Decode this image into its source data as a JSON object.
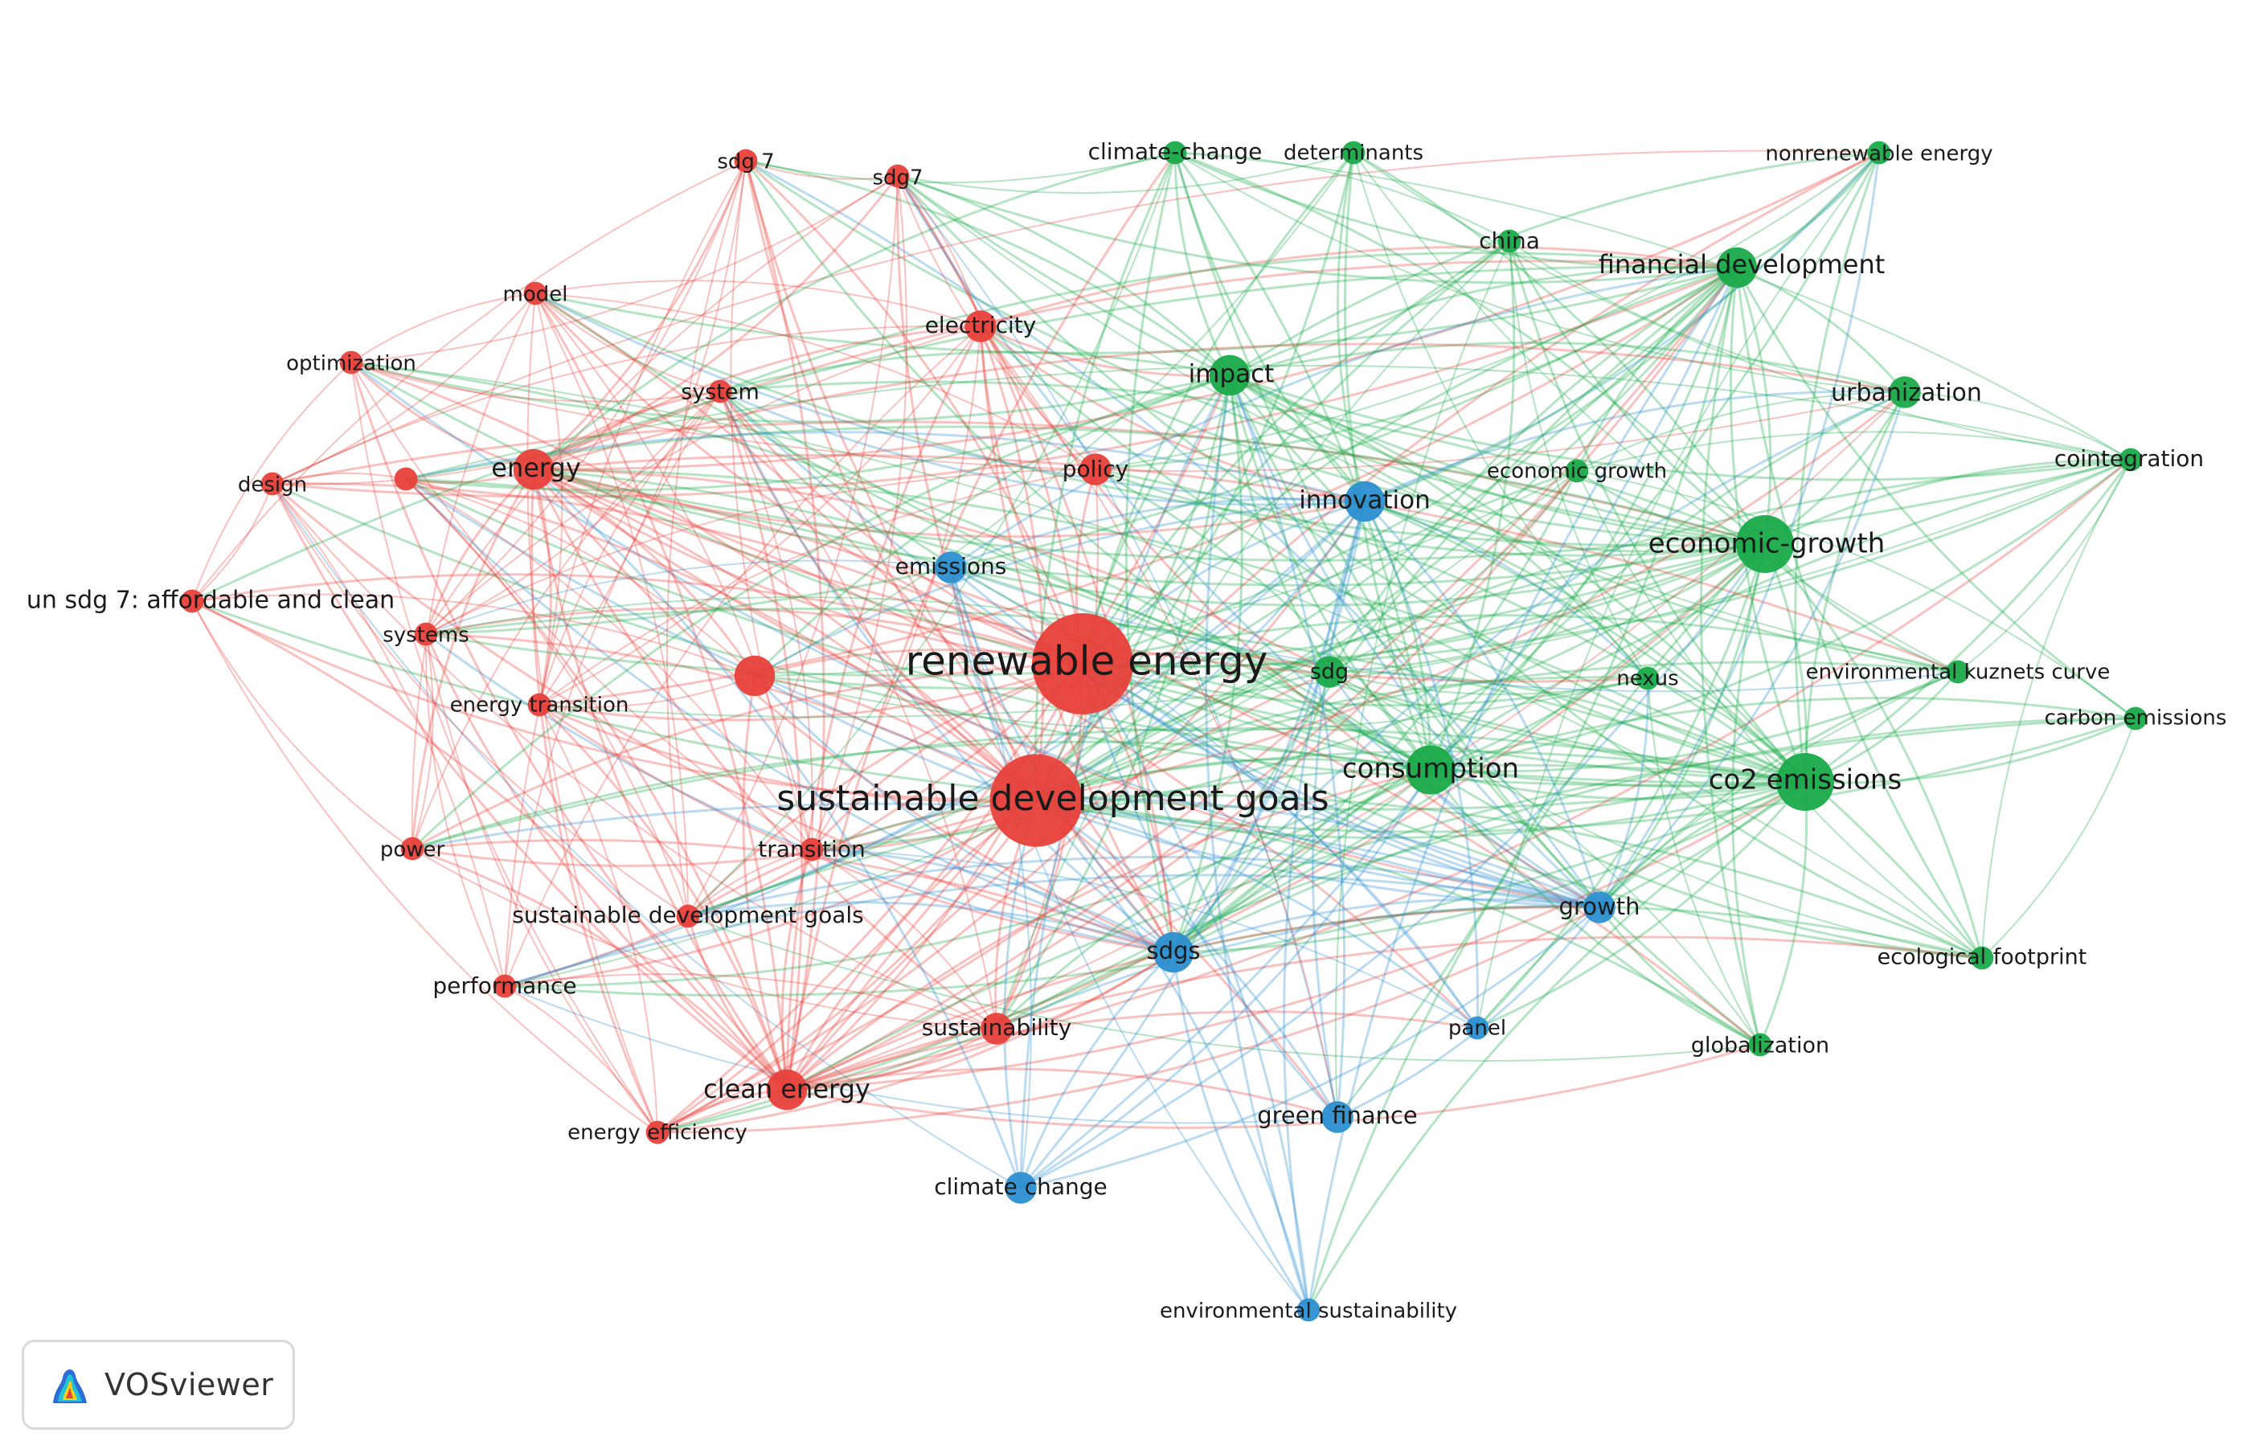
{
  "colors": {
    "red": "#e8403a",
    "green": "#1aaa4a",
    "blue": "#2b8fd0"
  },
  "logo": {
    "text": "VOSviewer"
  },
  "nodes": [
    {
      "id": "renewable energy",
      "label": "renewable energy",
      "cluster": "red",
      "weight": 10
    },
    {
      "id": "sustainable development goals",
      "label": "sustainable development goals",
      "cluster": "red",
      "weight": 9
    },
    {
      "id": "sdg 7",
      "label": "sdg 7",
      "cluster": "red",
      "weight": 1
    },
    {
      "id": "sdg7",
      "label": "sdg7",
      "cluster": "red",
      "weight": 1
    },
    {
      "id": "model",
      "label": "model",
      "cluster": "red",
      "weight": 1
    },
    {
      "id": "electricity",
      "label": "electricity",
      "cluster": "red",
      "weight": 2
    },
    {
      "id": "optimization",
      "label": "optimization",
      "cluster": "red",
      "weight": 1
    },
    {
      "id": "system",
      "label": "system",
      "cluster": "red",
      "weight": 1
    },
    {
      "id": "design",
      "label": "design",
      "cluster": "red",
      "weight": 1
    },
    {
      "id": "unlabeled-1",
      "label": "",
      "cluster": "red",
      "weight": 1
    },
    {
      "id": "energy",
      "label": "energy",
      "cluster": "red",
      "weight": 3
    },
    {
      "id": "policy",
      "label": "policy",
      "cluster": "red",
      "weight": 2
    },
    {
      "id": "un sdg 7: affordable and clean",
      "label": "un sdg 7: affordable and clean",
      "cluster": "red",
      "weight": 1
    },
    {
      "id": "systems",
      "label": "systems",
      "cluster": "red",
      "weight": 1
    },
    {
      "id": "unlabeled-2",
      "label": "",
      "cluster": "red",
      "weight": 3
    },
    {
      "id": "energy transition",
      "label": "energy transition",
      "cluster": "red",
      "weight": 1
    },
    {
      "id": "power",
      "label": "power",
      "cluster": "red",
      "weight": 1
    },
    {
      "id": "transition",
      "label": "transition",
      "cluster": "red",
      "weight": 1
    },
    {
      "id": "sustainable development goals 2",
      "label": "sustainable development goals",
      "cluster": "red",
      "weight": 1
    },
    {
      "id": "performance",
      "label": "performance",
      "cluster": "red",
      "weight": 1
    },
    {
      "id": "sustainability",
      "label": "sustainability",
      "cluster": "red",
      "weight": 2
    },
    {
      "id": "clean energy",
      "label": "clean energy",
      "cluster": "red",
      "weight": 3
    },
    {
      "id": "energy efficiency",
      "label": "energy efficiency",
      "cluster": "red",
      "weight": 1
    },
    {
      "id": "climate-change",
      "label": "climate-change",
      "cluster": "green",
      "weight": 1
    },
    {
      "id": "determinants",
      "label": "determinants",
      "cluster": "green",
      "weight": 1
    },
    {
      "id": "nonrenewable energy",
      "label": "nonrenewable energy",
      "cluster": "green",
      "weight": 1
    },
    {
      "id": "china",
      "label": "china",
      "cluster": "green",
      "weight": 1
    },
    {
      "id": "financial development",
      "label": "financial development",
      "cluster": "green",
      "weight": 3
    },
    {
      "id": "impact",
      "label": "impact",
      "cluster": "green",
      "weight": 3
    },
    {
      "id": "urbanization",
      "label": "urbanization",
      "cluster": "green",
      "weight": 2
    },
    {
      "id": "cointegration",
      "label": "cointegration",
      "cluster": "green",
      "weight": 1
    },
    {
      "id": "economic growth",
      "label": "economic growth",
      "cluster": "green",
      "weight": 1
    },
    {
      "id": "economic-growth",
      "label": "economic-growth",
      "cluster": "green",
      "weight": 5
    },
    {
      "id": "sdg",
      "label": "sdg",
      "cluster": "green",
      "weight": 2
    },
    {
      "id": "nexus",
      "label": "nexus",
      "cluster": "green",
      "weight": 1
    },
    {
      "id": "environmental kuznets curve",
      "label": "environmental kuznets curve",
      "cluster": "green",
      "weight": 1
    },
    {
      "id": "carbon emissions",
      "label": "carbon emissions",
      "cluster": "green",
      "weight": 1
    },
    {
      "id": "consumption",
      "label": "consumption",
      "cluster": "green",
      "weight": 4
    },
    {
      "id": "co2 emissions",
      "label": "co2 emissions",
      "cluster": "green",
      "weight": 5
    },
    {
      "id": "ecological footprint",
      "label": "ecological footprint",
      "cluster": "green",
      "weight": 1
    },
    {
      "id": "globalization",
      "label": "globalization",
      "cluster": "green",
      "weight": 1
    },
    {
      "id": "innovation",
      "label": "innovation",
      "cluster": "blue",
      "weight": 3
    },
    {
      "id": "emissions",
      "label": "emissions",
      "cluster": "blue",
      "weight": 2
    },
    {
      "id": "growth",
      "label": "growth",
      "cluster": "blue",
      "weight": 2
    },
    {
      "id": "sdgs",
      "label": "sdgs",
      "cluster": "blue",
      "weight": 3
    },
    {
      "id": "panel",
      "label": "panel",
      "cluster": "blue",
      "weight": 1
    },
    {
      "id": "green finance",
      "label": "green finance",
      "cluster": "blue",
      "weight": 2
    },
    {
      "id": "climate change",
      "label": "climate change",
      "cluster": "blue",
      "weight": 2
    },
    {
      "id": "environmental sustainability",
      "label": "environmental sustainability",
      "cluster": "blue",
      "weight": 1
    }
  ]
}
